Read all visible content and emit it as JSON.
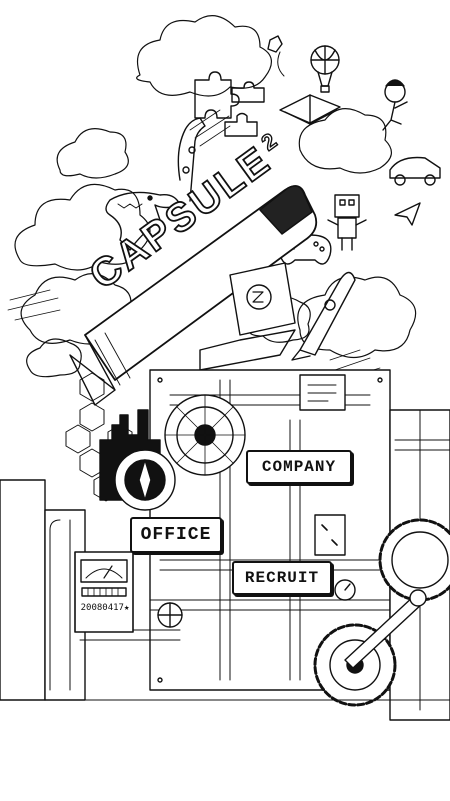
{
  "brand": {
    "logo_text": "CAPSULE",
    "logo_superscript": "2"
  },
  "nav": {
    "company_label": "COMPANY",
    "office_label": "OFFICE",
    "recruit_label": "RECRUIT"
  },
  "meter": {
    "reading": "20080417★"
  },
  "colors": {
    "ink": "#111111",
    "paper": "#ffffff",
    "shade": "#222222"
  }
}
